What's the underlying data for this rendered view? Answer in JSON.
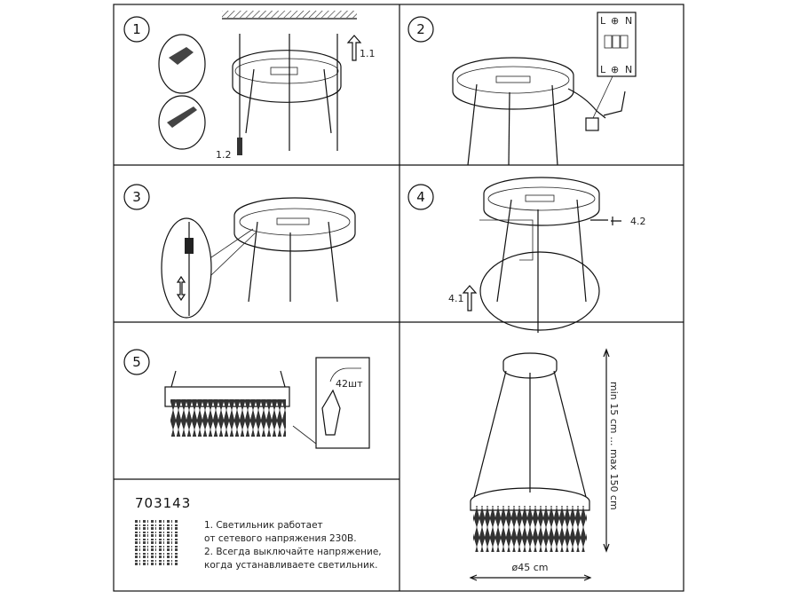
{
  "steps": [
    "1",
    "2",
    "3",
    "4",
    "5"
  ],
  "step1": {
    "arrow_label": "1.1",
    "screw_label": "1.2"
  },
  "step2": {
    "terminal_top": [
      "L",
      "⊕",
      "N"
    ],
    "terminal_bottom": [
      "L",
      "⊕",
      "N"
    ]
  },
  "step4": {
    "arrow_label": "4.1",
    "screw_label": "4.2"
  },
  "step5": {
    "crystal_count": "42шт"
  },
  "dimensions": {
    "height": "min 15 cm ... max 150 cm",
    "diameter": "ø45 cm"
  },
  "info": {
    "model": "703143",
    "notes": [
      "1. Светильник работает",
      "от сетевого напряжения 230В.",
      "2. Всегда выключайте напряжение,",
      "когда устанавливаете светильник."
    ]
  }
}
